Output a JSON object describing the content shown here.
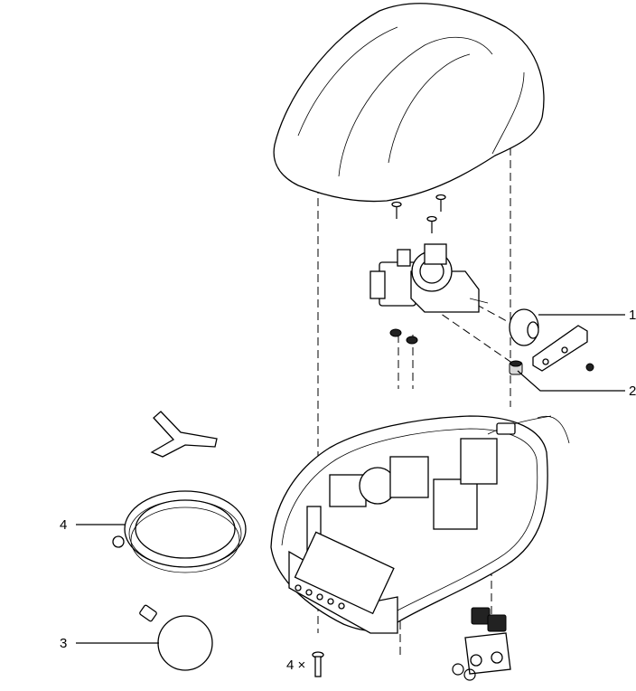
{
  "callouts": {
    "c1": "1",
    "c2": "2",
    "c3": "3",
    "c4": "4",
    "screws_qty": "4 ×"
  },
  "colors": {
    "line": "#000000",
    "background": "#ffffff",
    "shade": "#d9d9d9"
  }
}
